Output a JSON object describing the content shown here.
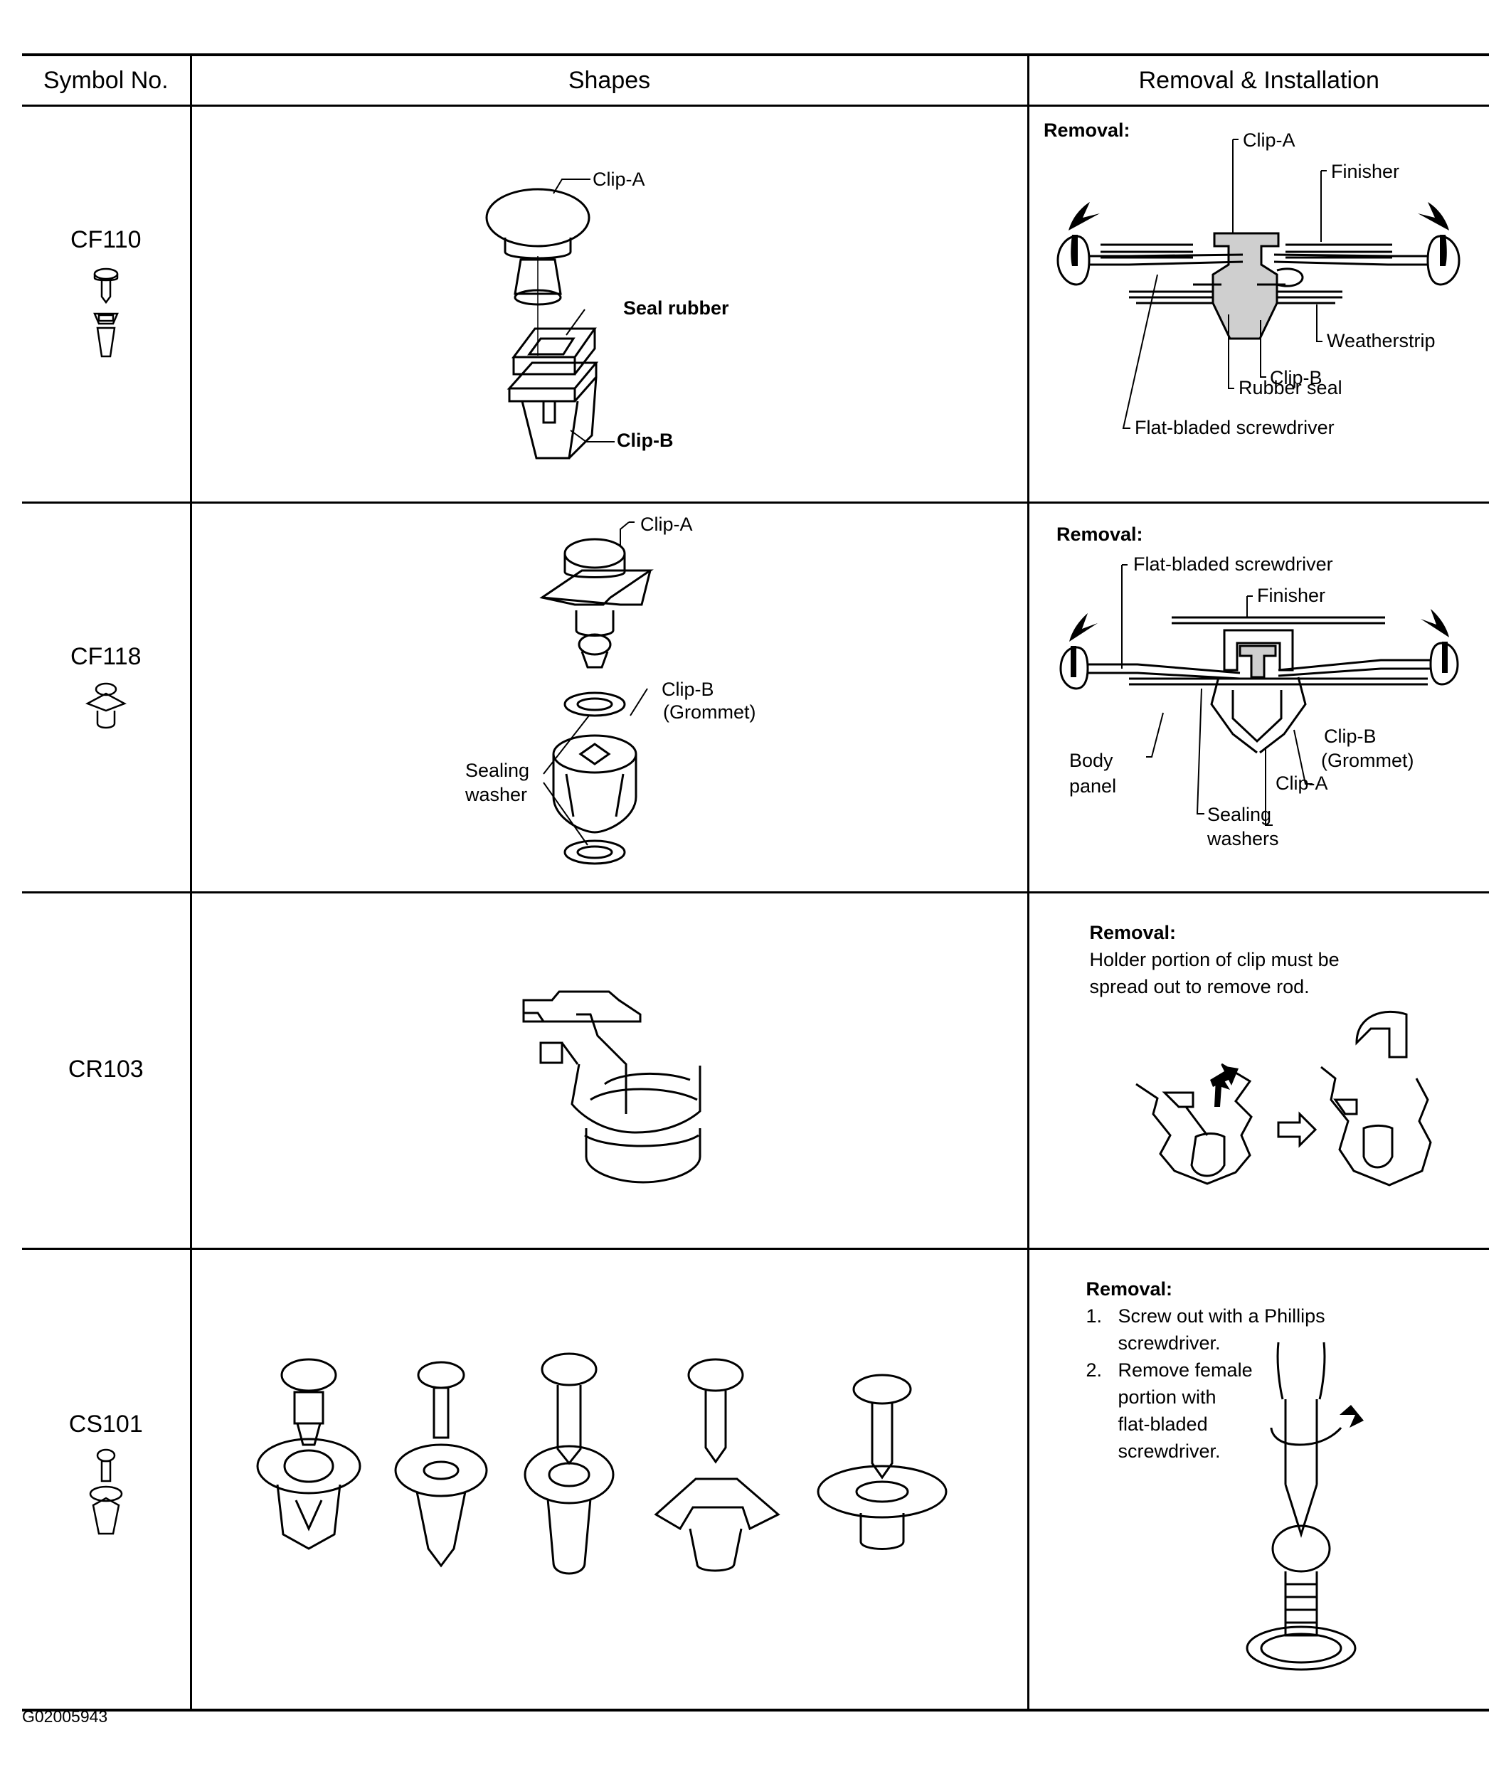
{
  "table": {
    "headers": {
      "symbol": "Symbol No.",
      "shapes": "Shapes",
      "removal": "Removal & Installation"
    }
  },
  "rows": [
    {
      "symbol": "CF110",
      "shape_labels": {
        "a": "Clip-A",
        "b": "Seal rubber",
        "c": "Clip-B"
      },
      "removal": {
        "heading": "Removal:",
        "labels": {
          "clip_a": "Clip-A",
          "finisher": "Finisher",
          "weatherstrip": "Weatherstrip",
          "clip_b": "Clip-B",
          "rubber_seal": "Rubber seal",
          "screwdriver": "Flat-bladed screwdriver"
        }
      }
    },
    {
      "symbol": "CF118",
      "shape_labels": {
        "a": "Clip-A",
        "b1": "Clip-B",
        "b2": "(Grommet)",
        "w1": "Sealing",
        "w2": "washer"
      },
      "removal": {
        "heading": "Removal:",
        "labels": {
          "screwdriver": "Flat-bladed screwdriver",
          "finisher": "Finisher",
          "body1": "Body",
          "body2": "panel",
          "clip_b1": "Clip-B",
          "clip_b2": "(Grommet)",
          "clip_a": "Clip-A",
          "wash1": "Sealing",
          "wash2": "washers"
        }
      }
    },
    {
      "symbol": "CR103",
      "removal": {
        "heading": "Removal:",
        "line1": "Holder portion of clip must be",
        "line2": "spread out to remove rod."
      }
    },
    {
      "symbol": "CS101",
      "removal": {
        "heading": "Removal:",
        "steps": [
          {
            "num": "1.",
            "lines": [
              "Screw out with a Phillips",
              "screwdriver."
            ]
          },
          {
            "num": "2.",
            "lines": [
              "Remove female",
              "portion with",
              "flat-bladed",
              "screwdriver."
            ]
          }
        ]
      }
    }
  ],
  "footer": {
    "code": "G02005943"
  }
}
